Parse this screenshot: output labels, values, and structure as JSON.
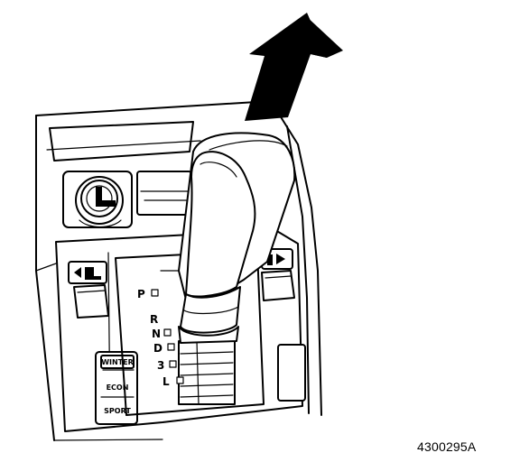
{
  "figure_number": "4300295A",
  "gear_positions": [
    "P",
    "R",
    "N",
    "D",
    "3",
    "L"
  ],
  "mode_switch": {
    "top_label": "WINTER",
    "middle_label": "ECON",
    "bottom_label": "SPORT"
  },
  "icons": {
    "arrow": "move-up-arrow-icon",
    "knob": "ignition-knob-icon",
    "seat_heater_left": "seat-heater-left-icon",
    "seat_heater_right": "seat-heater-right-icon"
  },
  "colors": {
    "ink": "#000000",
    "paper": "#ffffff"
  }
}
